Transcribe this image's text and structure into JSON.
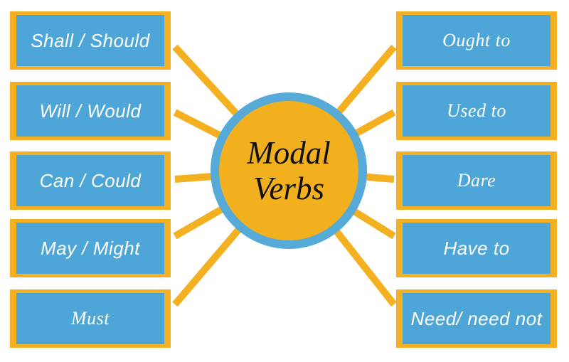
{
  "diagram": {
    "title": "Modal Verbs",
    "center": {
      "line1": "Modal",
      "line2": "Verbs"
    },
    "left_items": [
      {
        "label": "Shall / Should"
      },
      {
        "label": "Will / Would"
      },
      {
        "label": "Can / Could"
      },
      {
        "label": "May / Might"
      },
      {
        "label": "Must"
      }
    ],
    "right_items": [
      {
        "label": "Ought to"
      },
      {
        "label": "Used to"
      },
      {
        "label": "Dare"
      },
      {
        "label": "Have to"
      },
      {
        "label": "Need/ need not"
      }
    ],
    "colors": {
      "connector_gold": "#F3B122",
      "box_border_gold": "#F3B122",
      "box_fill_blue": "#4EA6D8",
      "circle_fill_gold": "#F2B01E",
      "circle_ring_blue": "#55AAD8",
      "box_text": "#FFFFFF",
      "center_text": "#111111"
    }
  }
}
